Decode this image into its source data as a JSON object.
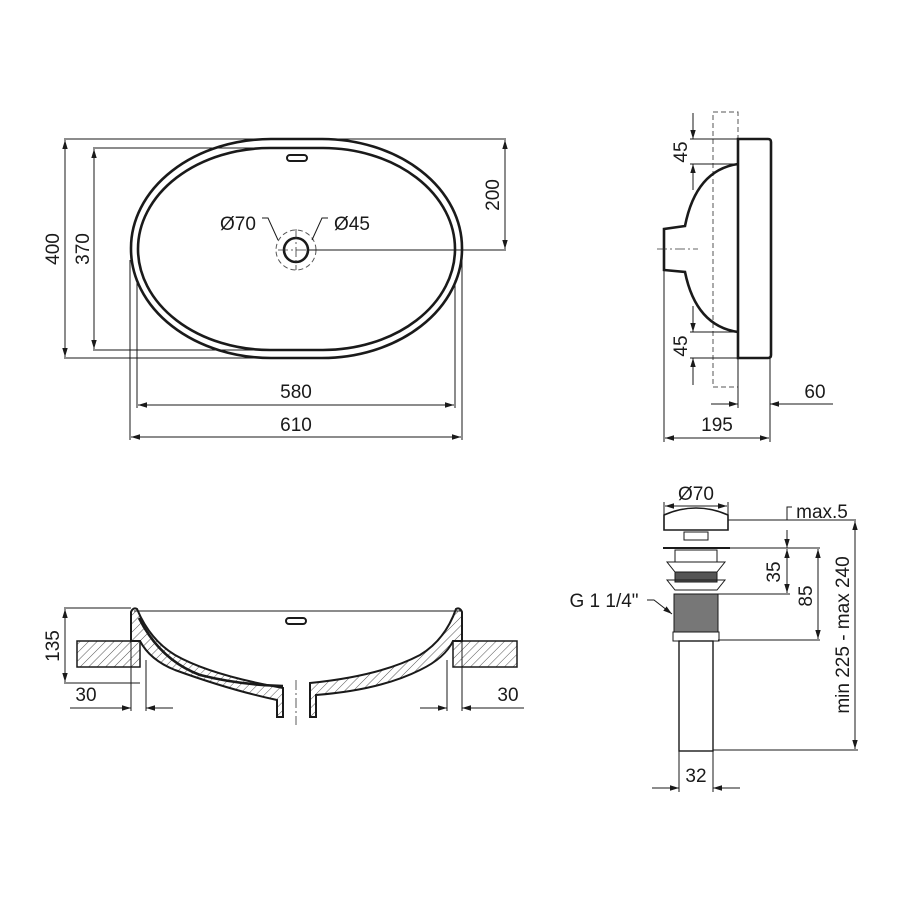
{
  "top_view": {
    "d_overall_length": "610",
    "d_inner_length": "580",
    "d_overall_width": "400",
    "d_inner_width": "370",
    "d_drain_offset": "200",
    "d_drain_outer": "Ø70",
    "d_drain_inner": "Ø45"
  },
  "side_view": {
    "d_top_rim": "45",
    "d_bottom_rim": "45",
    "d_rim_depth": "60",
    "d_total_depth": "195"
  },
  "section_view": {
    "d_height": "135",
    "d_left_overlap": "30",
    "d_right_overlap": "30"
  },
  "drain_valve": {
    "d_cap": "Ø70",
    "d_max_lift": "max.5",
    "d_flange": "35",
    "d_thread_length": "85",
    "d_total_length": "min 225 - max 240",
    "thread_label": "G 1 1/4\"",
    "d_pipe": "32"
  },
  "colors": {
    "line": "#1a1a1a",
    "hatch": "#555555"
  }
}
